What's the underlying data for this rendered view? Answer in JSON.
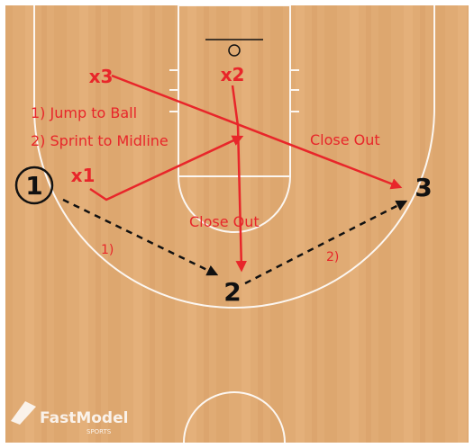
{
  "diagram": {
    "players": {
      "x1": "x1",
      "x2": "x2",
      "x3": "x3",
      "p1": "1",
      "p2": "2",
      "p3": "3"
    },
    "instructions": {
      "line1": "1) Jump to Ball",
      "line2": "2) Sprint to Midline"
    },
    "annotations": {
      "close_out_right": "Close Out",
      "close_out_center": "Close Out",
      "pass_1": "1)",
      "pass_2": "2)"
    },
    "colors": {
      "court_wood": "#e0ab74",
      "court_lines": "#ffffff",
      "defense_red": "#e8262a",
      "offense_black": "#111111"
    },
    "branding": {
      "logo_text": "FastModel",
      "logo_subtext": "SPORTS"
    }
  }
}
